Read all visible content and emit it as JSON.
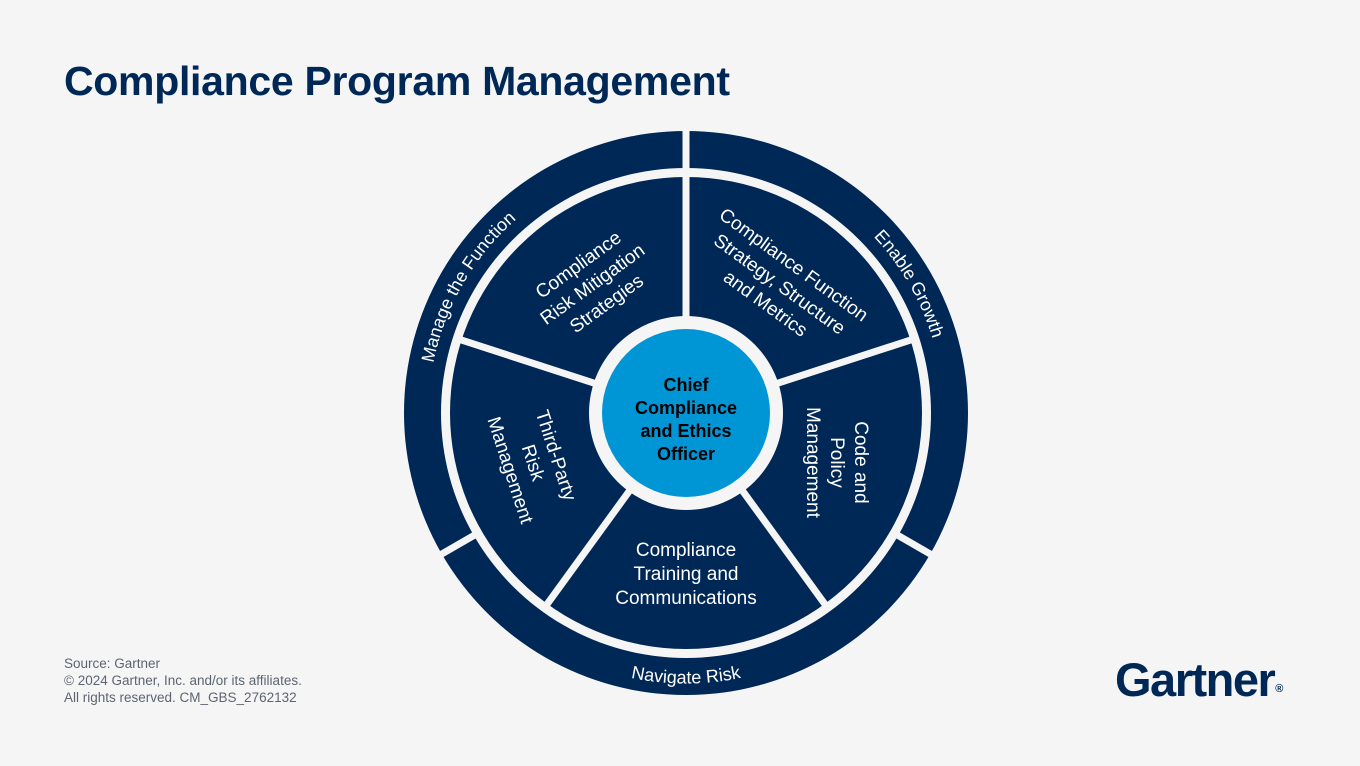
{
  "title": "Compliance Program Management",
  "colors": {
    "navy": "#002856",
    "center_blue": "#0096d6",
    "background": "#f5f5f5",
    "text_light": "#ffffff",
    "text_dark": "#000000"
  },
  "center": {
    "lines": [
      "Chief",
      "Compliance",
      "and Ethics",
      "Officer"
    ]
  },
  "inner_segments": [
    {
      "lines": [
        "Compliance",
        "Risk Mitigation",
        "Strategies"
      ]
    },
    {
      "lines": [
        "Compliance Function",
        "Strategy, Structure",
        "and Metrics"
      ]
    },
    {
      "lines": [
        "Code and",
        "Policy",
        "Management"
      ]
    },
    {
      "lines": [
        "Compliance",
        "Training and",
        "Communications"
      ]
    },
    {
      "lines": [
        "Third-Party",
        "Risk",
        "Management"
      ]
    }
  ],
  "outer_segments": [
    {
      "label": "Manage the Function"
    },
    {
      "label": "Enable Growth"
    },
    {
      "label": "Navigate Risk"
    }
  ],
  "footer": {
    "source": "Source: Gartner",
    "copyright": "© 2024 Gartner, Inc. and/or its affiliates.",
    "rights": "All rights reserved. CM_GBS_2762132"
  },
  "logo": {
    "text": "Gartner",
    "mark": "®"
  }
}
